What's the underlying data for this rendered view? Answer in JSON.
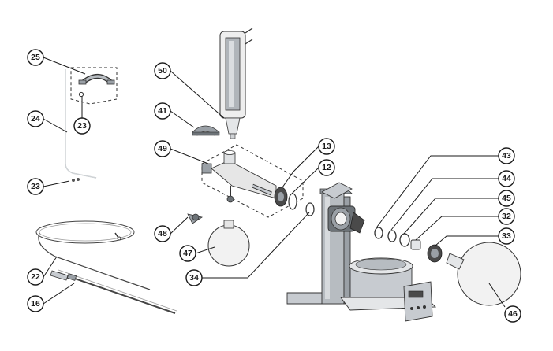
{
  "colors": {
    "outline": "#333333",
    "glass": "#e6e6e6",
    "metal": "#9aa0a6",
    "dark": "#4a4a4a",
    "base": "#c7cbd0"
  },
  "callouts": {
    "c25": "25",
    "c24": "24",
    "c23a": "23",
    "c23b": "23",
    "c22": "22",
    "c16": "16",
    "c50": "50",
    "c41": "41",
    "c49": "49",
    "c48": "48",
    "c47": "47",
    "c34": "34",
    "c13": "13",
    "c12": "12",
    "c43": "43",
    "c44": "44",
    "c45": "45",
    "c32": "32",
    "c33": "33",
    "c46": "46"
  }
}
